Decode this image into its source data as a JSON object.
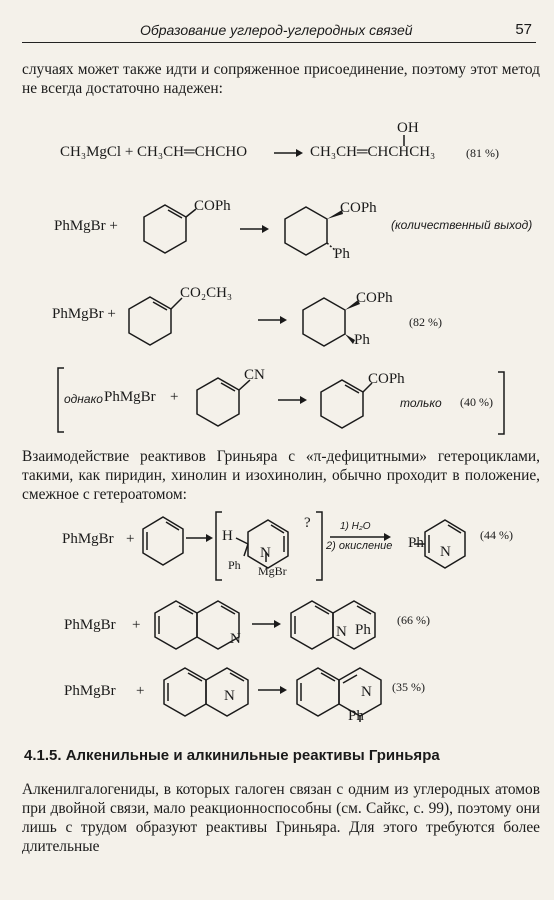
{
  "header": {
    "title": "Образование углерод-углеродных связей",
    "page_number": "57"
  },
  "paragraphs": {
    "p1": "случаях может также идти и сопряженное присоединение, поэтому этот метод не всегда достаточно надежен:",
    "p2": "Взаимодействие реактивов Гриньяра с «π-дефицитными» гетероциклами, такими, как пиридин, хинолин и изохинолин, обычно проходит в положение, смежное с гетероатомом:",
    "p3": "Алкенилгалогениды, в которых галоген связан с одним из углеродных атомов при двойной связи, мало реакционноспособны (см. Сайкс, с. 99), поэтому они лишь с трудом образуют реактивы Гриньяра. Для этого требуются более длительные"
  },
  "section_heading": "4.1.5. Алкенильные и алкинильные реактивы Гриньяра",
  "reactions": {
    "r1": {
      "reactants": "CH₃MgCl + CH₃CH═CHCHO",
      "oh": "OH",
      "product": "CH₃CH═CHCHCH₃",
      "yield": "(81 %)"
    },
    "r2": {
      "reagent": "PhMgBr +",
      "sub": "COPh",
      "prod_sub1": "COPh",
      "prod_sub2": "Ph",
      "note": "(количественный выход)"
    },
    "r3": {
      "reagent": "PhMgBr +",
      "sub": "CO₂CH₃",
      "prod_sub1": "COPh",
      "prod_sub2": "Ph",
      "yield": "(82 %)"
    },
    "r4": {
      "prefix": "однако",
      "reagent": "PhMgBr",
      "plus": "+",
      "sub": "CN",
      "prod_sub": "COPh",
      "note": "только",
      "yield": "(40 %)"
    },
    "r5": {
      "reagent": "PhMgBr",
      "plus": "+",
      "H": "H",
      "N": "N",
      "Ph": "Ph",
      "MgBr": "MgBr",
      "q": "?",
      "cond1": "1) H₂O",
      "cond2": "2) окисление",
      "prod_Ph": "Ph",
      "prod_N": "N",
      "yield": "(44 %)"
    },
    "r6": {
      "reagent": "PhMgBr",
      "plus": "+",
      "N": "N",
      "prod_N": "N",
      "prod_Ph": "Ph",
      "yield": "(66 %)"
    },
    "r7": {
      "reagent": "PhMgBr",
      "plus": "+",
      "N": "N",
      "prod_N": "N",
      "prod_Ph": "Ph",
      "yield": "(35 %)"
    }
  }
}
